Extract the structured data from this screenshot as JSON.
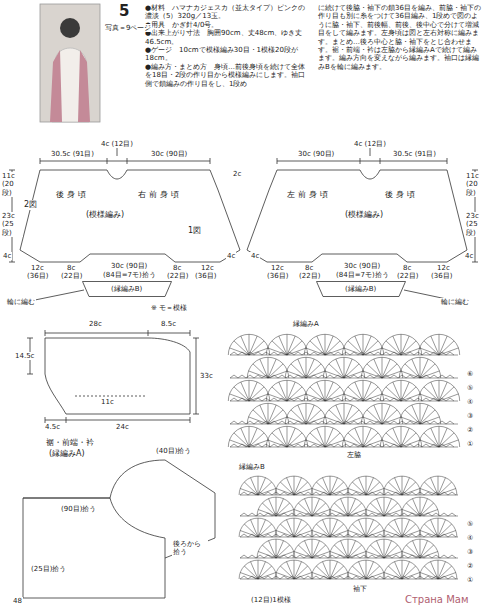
{
  "diagram": {
    "nodes": [
      {
        "text": [
          "2図",
          "後身頃",
          "右前身頃",
          "(模様編み)",
          "1図"
        ]
      },
      {
        "text": [
          "左前身頃",
          "後身頃",
          "(模様編み)"
        ]
      },
      {
        "text": [
          "(縁編みB)"
        ]
      },
      {
        "text": [
          "(縁編みB)"
        ]
      },
      {
        "text": [
          "裾・前端・衿",
          "(縁編みA)"
        ]
      }
    ],
    "labels": [
      "5",
      "写真＝9ページ",
      "●材料　ハマナカジェスカ（並太タイプ）ピンクの濃淡（5）320g／13玉。",
      "●用具　かぎ針4/0号。",
      "●出来上がり寸法　胸囲90cm、丈48cm、ゆき丈46.5cm。",
      "●ゲージ　10cmで模様編み30目・1模様20段が18cm。",
      "●編み方・まとめ方　身頃…前後身頃を続けて全体を18目・2段の作り目から模様編みにします。袖口側で鎖編みの作り目をし、1段め",
      "に続けて後脇・袖下の鎖36目を編み、前脇・袖下の作り目も別に糸をつけて36目編み、1段めで図のように脇・袖下、前後幅、前後、後中心で分けて増減目をして編みます。左身頃は図と左右対称に編みます。まとめ…後ろ中心と脇・袖下をとじ合わせます。裾・前端・衿は左脇から縁編みAで続けて編みます。編み方向を変えながら編みます。袖口は縁編みBを輪に編みます。",
      "30.5c (91目)",
      "4c (12目)",
      "30c (90目)",
      "11c (20段)",
      "23c (25段)",
      "4c",
      "12c",
      "(36目)",
      "8c",
      "(22目)",
      "30c (90目)",
      "(84目=7モ)拾う",
      "8c",
      "(22目)",
      "12c",
      "(36目)",
      "4c",
      "輪に編む",
      "※ モ＝模様",
      "30c (90目)",
      "4c (12目)",
      "30.5c (91目)",
      "11c (20段)",
      "23c (25段)",
      "2c",
      "4c",
      "12c",
      "(36目)",
      "8c",
      "(22目)",
      "30c (90目)",
      "(84目=7モ)拾う",
      "8c",
      "(22目)",
      "12c",
      "(36目)",
      "4c",
      "輪に編む",
      "28c",
      "8.5c",
      "14.5c",
      "33c",
      "11c",
      "4.5c",
      "24c",
      "(40目)拾う",
      "(90目)拾う",
      "(25目)拾う",
      "後ろから 拾う",
      "縁編みA",
      "左脇",
      "①",
      "②",
      "③",
      "④",
      "⑤",
      "⑥",
      "縁編みB",
      "袖下",
      "(12目)1模様",
      "①",
      "②",
      "③",
      "④",
      "⑤",
      "48",
      "Страна Мам"
    ]
  }
}
